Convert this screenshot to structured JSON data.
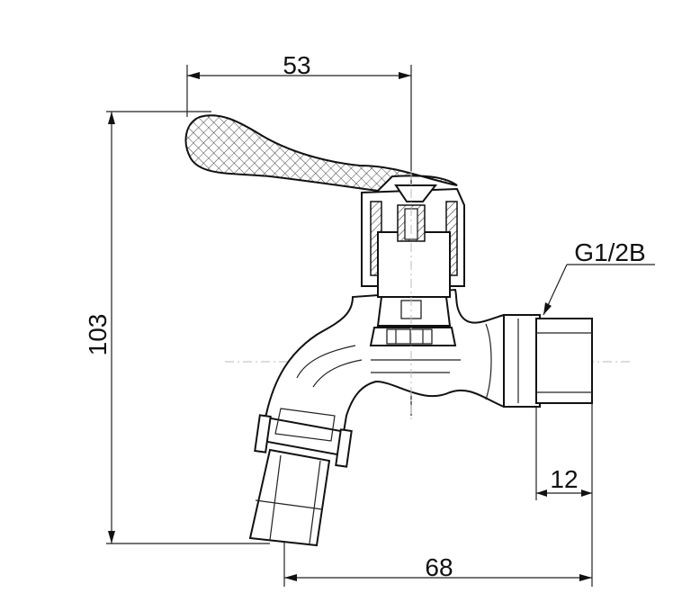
{
  "dimensions": {
    "width_top": "53",
    "height_total": "103",
    "thread_spec": "G1/2B",
    "thread_length": "12",
    "length_total": "68"
  }
}
